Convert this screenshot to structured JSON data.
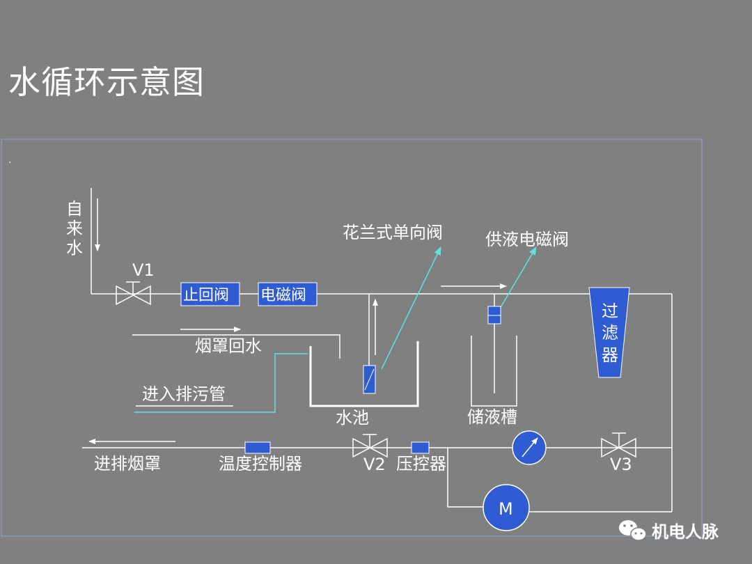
{
  "slide": {
    "title": "水循环示意图",
    "dot": "."
  },
  "labels": {
    "tap_water": [
      "自",
      "来",
      "水"
    ],
    "v1": "V1",
    "check_valve": "止回阀",
    "solenoid_valve": "电磁阀",
    "flange_check_valve": "花兰式单向阀",
    "supply_solenoid_valve": "供液电磁阀",
    "filter": [
      "过",
      "滤",
      "器"
    ],
    "hood_return": "烟罩回水",
    "to_drain": "进入排污管",
    "pool": "水池",
    "tank": "储液槽",
    "to_hood": "进排烟罩",
    "temp_controller": "温度控制器",
    "v2": "V2",
    "pressure_controller": "压控器",
    "v3": "V3",
    "motor": "M"
  },
  "watermark": {
    "icon": "wechat-icon",
    "text": "机电人脉"
  },
  "colors": {
    "background": "#808080",
    "component_blue": "#2f5bd3",
    "line": "#ffffff",
    "cyan": "#5fe3e0"
  }
}
